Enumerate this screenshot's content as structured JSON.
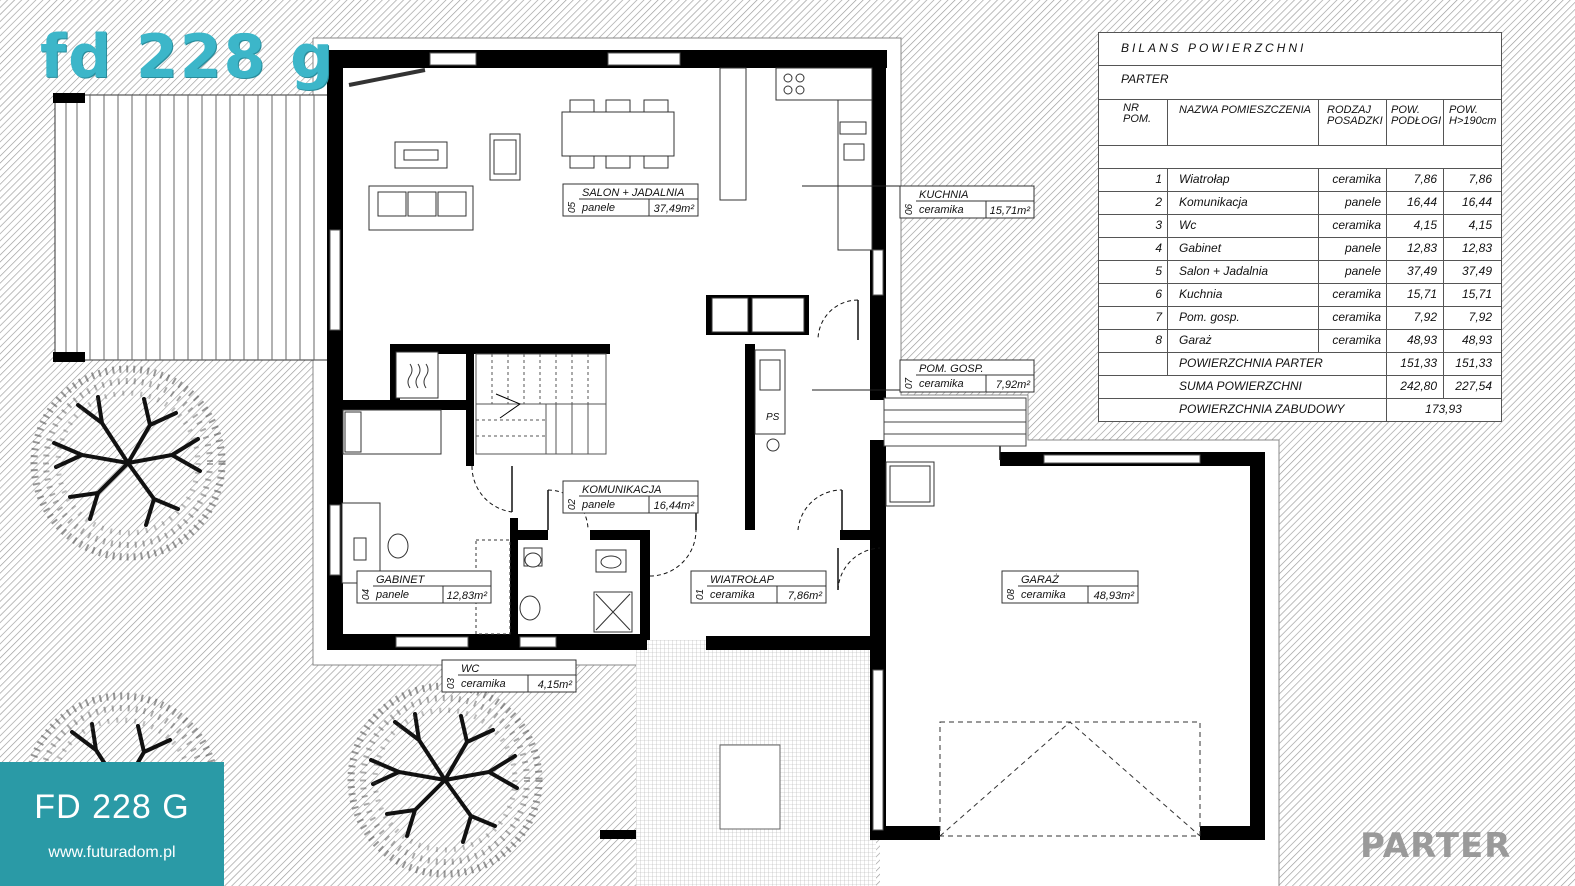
{
  "brand": {
    "title": "fd 228 g",
    "code": "FD 228 G",
    "url": "www.futuradom.pl"
  },
  "level_tag": "PARTER",
  "rooms": [
    {
      "no": "05",
      "name": "SALON + JADALNIA",
      "floor": "panele",
      "area": "37,49m²"
    },
    {
      "no": "06",
      "name": "KUCHNIA",
      "floor": "ceramika",
      "area": "15,71m²"
    },
    {
      "no": "07",
      "name": "POM. GOSP.",
      "floor": "ceramika",
      "area": "7,92m²"
    },
    {
      "no": "02",
      "name": "KOMUNIKACJA",
      "floor": "panele",
      "area": "16,44m²"
    },
    {
      "no": "04",
      "name": "GABINET",
      "floor": "panele",
      "area": "12,83m²"
    },
    {
      "no": "01",
      "name": "WIATROŁAP",
      "floor": "ceramika",
      "area": "7,86m²"
    },
    {
      "no": "08",
      "name": "GARAŻ",
      "floor": "ceramika",
      "area": "48,93m²"
    },
    {
      "no": "03",
      "name": "WC",
      "floor": "ceramika",
      "area": "4,15m²"
    }
  ],
  "fixture_labels": {
    "washer": "PS"
  },
  "balance": {
    "title": "BILANS POWIERZCHNI",
    "level": "PARTER",
    "columns": {
      "no": "NR POM.",
      "name": "NAZWA POMIESZCZENIA",
      "floor": "RODZAJ POSADZKI",
      "floor_area": "POW. PODŁOGI",
      "area_190": "POW. H>190cm"
    },
    "rows": [
      {
        "no": "1",
        "name": "Wiatrołap",
        "floor": "ceramika",
        "floor_area": "7,86",
        "area_190": "7,86"
      },
      {
        "no": "2",
        "name": "Komunikacja",
        "floor": "panele",
        "floor_area": "16,44",
        "area_190": "16,44"
      },
      {
        "no": "3",
        "name": "Wc",
        "floor": "ceramika",
        "floor_area": "4,15",
        "area_190": "4,15"
      },
      {
        "no": "4",
        "name": "Gabinet",
        "floor": "panele",
        "floor_area": "12,83",
        "area_190": "12,83"
      },
      {
        "no": "5",
        "name": "Salon + Jadalnia",
        "floor": "panele",
        "floor_area": "37,49",
        "area_190": "37,49"
      },
      {
        "no": "6",
        "name": "Kuchnia",
        "floor": "ceramika",
        "floor_area": "15,71",
        "area_190": "15,71"
      },
      {
        "no": "7",
        "name": "Pom. gosp.",
        "floor": "ceramika",
        "floor_area": "7,92",
        "area_190": "7,92"
      },
      {
        "no": "8",
        "name": "Garaż",
        "floor": "ceramika",
        "floor_area": "48,93",
        "area_190": "48,93"
      }
    ],
    "totals": [
      {
        "name": "POWIERZCHNIA PARTER",
        "floor_area": "151,33",
        "area_190": "151,33"
      },
      {
        "name": "SUMA POWIERZCHNI",
        "floor_area": "242,80",
        "area_190": "227,54"
      }
    ],
    "footprint": {
      "name": "POWIERZCHNIA ZABUDOWY",
      "value": "173,93"
    }
  },
  "colors": {
    "brand": "#3cb6c9",
    "logo_box": "#2a9aa6",
    "wall": "#000000",
    "hatch": "#9a9a9a"
  }
}
